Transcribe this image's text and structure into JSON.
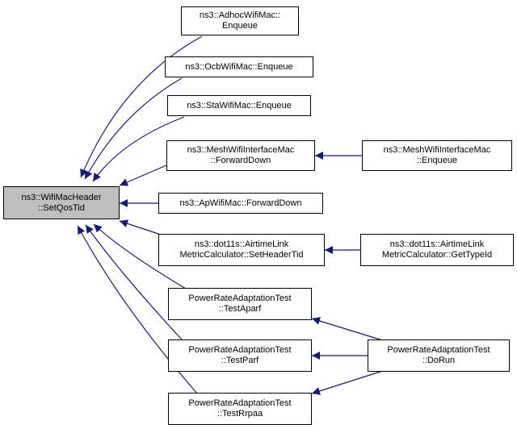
{
  "diagram": {
    "title": "",
    "edge_color": "#191970",
    "root_fill": "#bfbfbf",
    "nodes": [
      {
        "id": "root",
        "lines": [
          "ns3::WifiMacHeader",
          "::SetQosTid"
        ],
        "root": true
      },
      {
        "id": "adhoc",
        "lines": [
          "ns3::AdhocWifiMac::",
          "Enqueue"
        ]
      },
      {
        "id": "ocb",
        "lines": [
          "ns3::OcbWifiMac::Enqueue"
        ]
      },
      {
        "id": "sta",
        "lines": [
          "ns3::StaWifiMac::Enqueue"
        ]
      },
      {
        "id": "meshfwd",
        "lines": [
          "ns3::MeshWifiInterfaceMac",
          "::ForwardDown"
        ]
      },
      {
        "id": "meshenq",
        "lines": [
          "ns3::MeshWifiInterfaceMac",
          "::Enqueue"
        ]
      },
      {
        "id": "ap",
        "lines": [
          "ns3::ApWifiMac::ForwardDown"
        ]
      },
      {
        "id": "airset",
        "lines": [
          "ns3::dot11s::AirtimeLink",
          "MetricCalculator::SetHeaderTid"
        ]
      },
      {
        "id": "airget",
        "lines": [
          "ns3::dot11s::AirtimeLink",
          "MetricCalculator::GetTypeId"
        ]
      },
      {
        "id": "aparf",
        "lines": [
          "PowerRateAdaptationTest",
          "::TestAparf"
        ]
      },
      {
        "id": "parf",
        "lines": [
          "PowerRateAdaptationTest",
          "::TestParf"
        ]
      },
      {
        "id": "rrpaa",
        "lines": [
          "PowerRateAdaptationTest",
          "::TestRrpaa"
        ]
      },
      {
        "id": "dorun",
        "lines": [
          "PowerRateAdaptationTest",
          "::DoRun"
        ]
      }
    ],
    "edges": [
      {
        "from": "adhoc",
        "to": "root"
      },
      {
        "from": "ocb",
        "to": "root"
      },
      {
        "from": "sta",
        "to": "root"
      },
      {
        "from": "meshfwd",
        "to": "root"
      },
      {
        "from": "ap",
        "to": "root"
      },
      {
        "from": "airset",
        "to": "root"
      },
      {
        "from": "aparf",
        "to": "root"
      },
      {
        "from": "parf",
        "to": "root"
      },
      {
        "from": "rrpaa",
        "to": "root"
      },
      {
        "from": "meshenq",
        "to": "meshfwd"
      },
      {
        "from": "airget",
        "to": "airset"
      },
      {
        "from": "dorun",
        "to": "aparf"
      },
      {
        "from": "dorun",
        "to": "parf"
      },
      {
        "from": "dorun",
        "to": "rrpaa"
      }
    ]
  }
}
